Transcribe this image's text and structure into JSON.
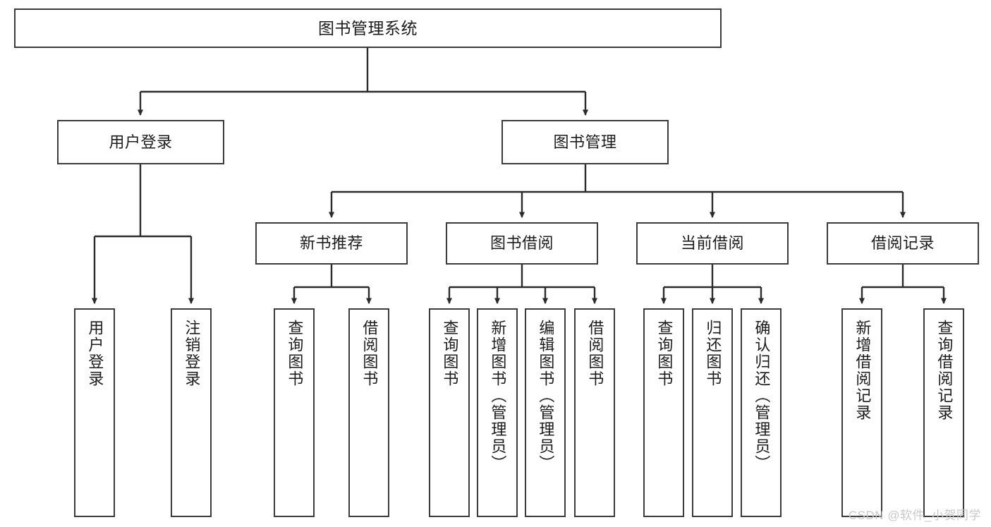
{
  "diagram": {
    "type": "tree",
    "title": "图书管理系统",
    "orientation": "top-down",
    "colors": {
      "box_border": "#3b3b3b",
      "box_fill": "#ffffff",
      "connector": "#2b2b2b",
      "text": "#1c1c1c",
      "watermark": "#c9c9c9"
    },
    "root": {
      "label": "图书管理系统"
    },
    "level2": [
      {
        "label": "用户登录"
      },
      {
        "label": "图书管理"
      }
    ],
    "level3": [
      {
        "label": "新书推荐"
      },
      {
        "label": "图书借阅"
      },
      {
        "label": "当前借阅"
      },
      {
        "label": "借阅记录"
      }
    ],
    "leaves": {
      "user_login": [
        {
          "label": "用户登录"
        },
        {
          "label": "注销登录"
        }
      ],
      "new_book_recommend": [
        {
          "label": "查询图书"
        },
        {
          "label": "借阅图书"
        }
      ],
      "book_borrow": [
        {
          "label": "查询图书"
        },
        {
          "label": "新增图书（管理员）"
        },
        {
          "label": "编辑图书（管理员）"
        },
        {
          "label": "借阅图书"
        }
      ],
      "current_borrow": [
        {
          "label": "查询图书"
        },
        {
          "label": "归还图书"
        },
        {
          "label": "确认归还（管理员）"
        }
      ],
      "borrow_record": [
        {
          "label": "新增借阅记录"
        },
        {
          "label": "查询借阅记录"
        }
      ]
    }
  },
  "watermark": {
    "text": "CSDN @软件_小贺同学"
  }
}
